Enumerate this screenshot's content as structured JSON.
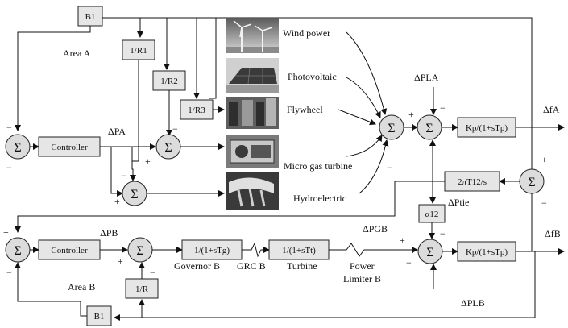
{
  "area_labels": {
    "area_a": "Area A",
    "area_b": "Area B"
  },
  "blocks": {
    "b1_top": "B1",
    "b1_bottom": "B1",
    "r1": "1/R1",
    "r2": "1/R2",
    "r3": "1/R3",
    "r_b": "1/R",
    "controller_a": "Controller",
    "controller_b": "Controller",
    "governor_b": "1/(1+sTg)",
    "turbine_b": "1/(1+sTt)",
    "plant_a": "Kp/(1+sTp)",
    "plant_b": "Kp/(1+sTp)",
    "tie": "2πT12/s",
    "alpha": "α12"
  },
  "sources": {
    "wind": "Wind power",
    "pv": "Photovoltaic",
    "flywheel": "Flywheel",
    "micro_gas": "Micro gas turbine",
    "hydro": "Hydroelectric"
  },
  "signals": {
    "dpa": "ΔPA",
    "dpb": "ΔPB",
    "dpla": "ΔPLA",
    "dplb": "ΔPLB",
    "dptie": "ΔPtie",
    "dpgb": "ΔPGB",
    "dfa": "ΔfA",
    "dfb": "ΔfB"
  },
  "captions": {
    "governor": "Governor B",
    "grc": "GRC B",
    "turbine": "Turbine",
    "limiter_line1": "Power",
    "limiter_line2": "Limiter B"
  },
  "sum_symbol": "Σ"
}
